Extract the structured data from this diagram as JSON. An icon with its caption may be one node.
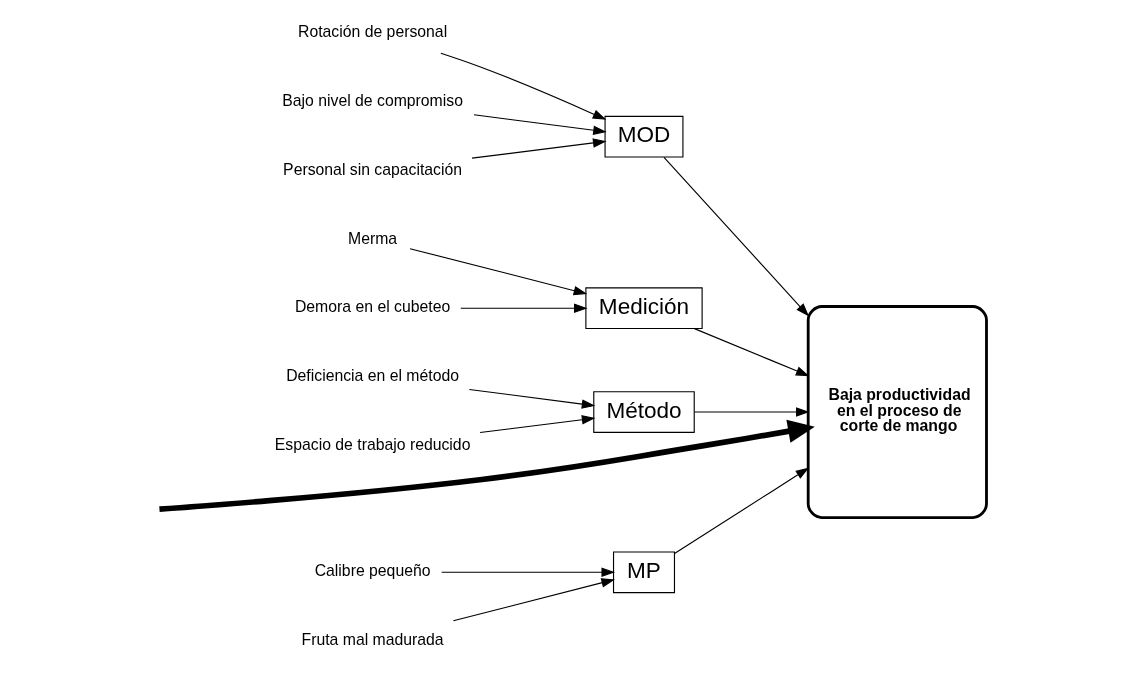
{
  "diagram": {
    "nodes": [
      {
        "text": [
          "MP"
        ]
      },
      {
        "text": [
          "MOD"
        ]
      },
      {
        "text": [
          "Calibre pequeño"
        ]
      },
      {
        "text": [
          "Rotación de personal"
        ]
      },
      {
        "text": [
          "Bajo nivel de compromiso"
        ]
      },
      {
        "text": [
          "Fruta mal madurada"
        ]
      },
      {
        "text": [
          "Personal sin capacitación"
        ]
      },
      {
        "text": [
          "Baja productividad en el proceso de corte de mango"
        ]
      },
      {
        "text": [
          "Merma"
        ]
      },
      {
        "text": [
          "Deficiencia en el método"
        ]
      },
      {
        "text": [
          "Demora en el cubeteo"
        ]
      },
      {
        "text": [
          "Espacio de trabajo reducido"
        ]
      },
      {
        "text": [
          "Medición"
        ]
      },
      {
        "text": [
          "Método"
        ]
      }
    ],
    "edges": [
      {
        "from": 2,
        "to": 0,
        "arrow": "to"
      },
      {
        "from": 5,
        "to": 0,
        "arrow": "to"
      },
      {
        "from": 3,
        "to": 1,
        "arrow": "to"
      },
      {
        "from": 6,
        "to": 1,
        "arrow": "to"
      },
      {
        "from": 4,
        "to": 1,
        "arrow": "to"
      },
      {
        "from": 8,
        "to": 12,
        "arrow": "to"
      },
      {
        "from": 10,
        "to": 12,
        "arrow": "to"
      },
      {
        "from": 9,
        "to": 13,
        "arrow": "to"
      },
      {
        "from": 11,
        "to": 13,
        "arrow": "to"
      },
      {
        "from": 0,
        "to": 7,
        "arrow": "to"
      },
      {
        "from": 1,
        "to": 7,
        "arrow": "to"
      },
      {
        "from": 12,
        "to": 7,
        "arrow": "to"
      },
      {
        "from": 13,
        "to": 7,
        "arrow": "to"
      },
      {
        "from": null,
        "to": 7,
        "arrow": "to",
        "style": "thick"
      }
    ]
  }
}
